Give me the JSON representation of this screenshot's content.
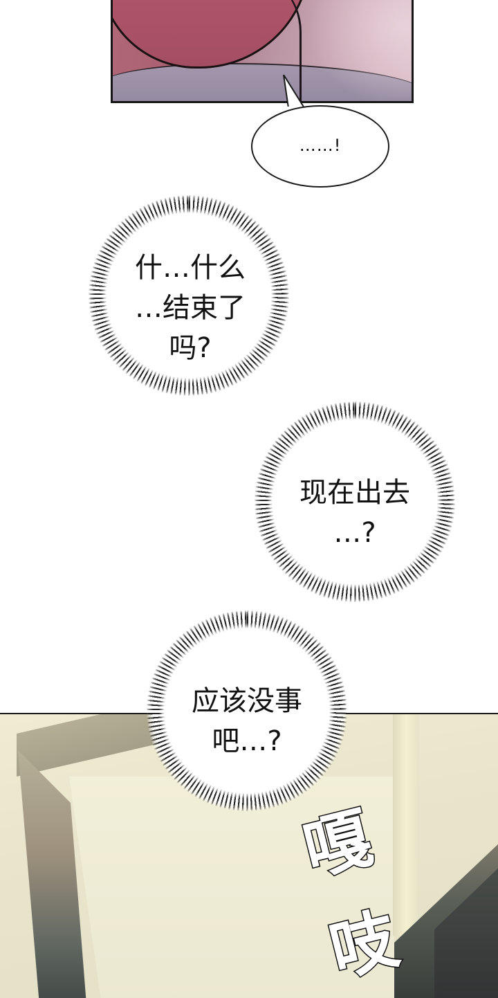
{
  "panels": [
    {
      "id": "top-panel",
      "description": "close-up of chin and collar, pink/mauve tones",
      "colors": {
        "skin": "#b0586c",
        "collar": "#9a90a6",
        "border": "#151515"
      }
    },
    {
      "id": "bottom-panel",
      "description": "marble wall with door frame, door opening",
      "colors": {
        "wall": "#ece8cf",
        "frame": "#a49f88",
        "door": "#3e433f"
      }
    }
  ],
  "dialogue": {
    "speech_bubble": {
      "text": "……!"
    },
    "thought_1": {
      "lines": [
        "什…什么",
        "…结束了",
        "吗?"
      ]
    },
    "thought_2": {
      "lines": [
        "现在出去",
        "…?"
      ]
    },
    "thought_3": {
      "lines": [
        "应该没事",
        "吧…?"
      ]
    }
  },
  "sfx": {
    "chars": [
      "嘎",
      "吱"
    ]
  }
}
